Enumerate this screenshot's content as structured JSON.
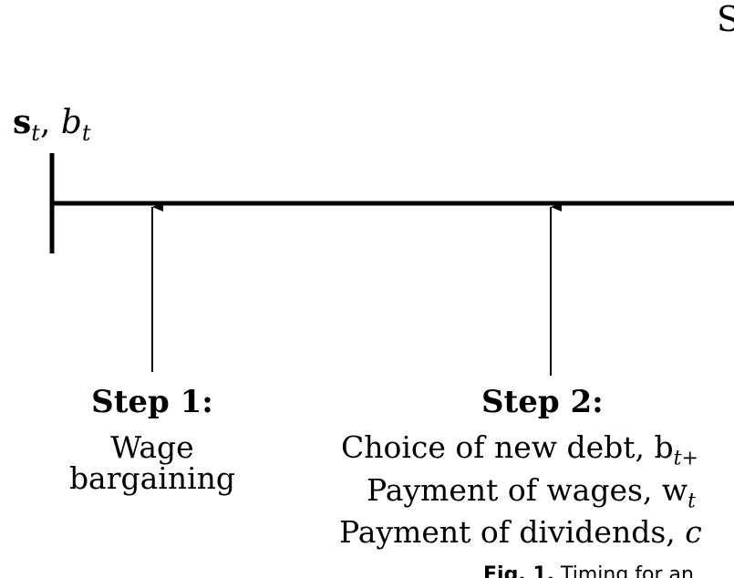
{
  "top_cut_letter": "S",
  "state_vars": {
    "s": "s",
    "s_sub": "t",
    "sep": ", ",
    "b": "b",
    "b_sub": "t"
  },
  "step1": {
    "title": "Step 1:",
    "lines": [
      "Wage",
      "bargaining"
    ]
  },
  "step2": {
    "title": "Step 2:",
    "lines": [
      "Choice of new debt, b",
      "Payment of wages, w",
      "Payment of dividends, "
    ],
    "line1_sub": "t+",
    "line2_sub": "t",
    "line3_tail": "c"
  },
  "caption": {
    "fig_label": "Fig. 1.",
    "text": " Timing for an"
  },
  "colors": {
    "ink": "#000000",
    "background": "#ffffff"
  }
}
